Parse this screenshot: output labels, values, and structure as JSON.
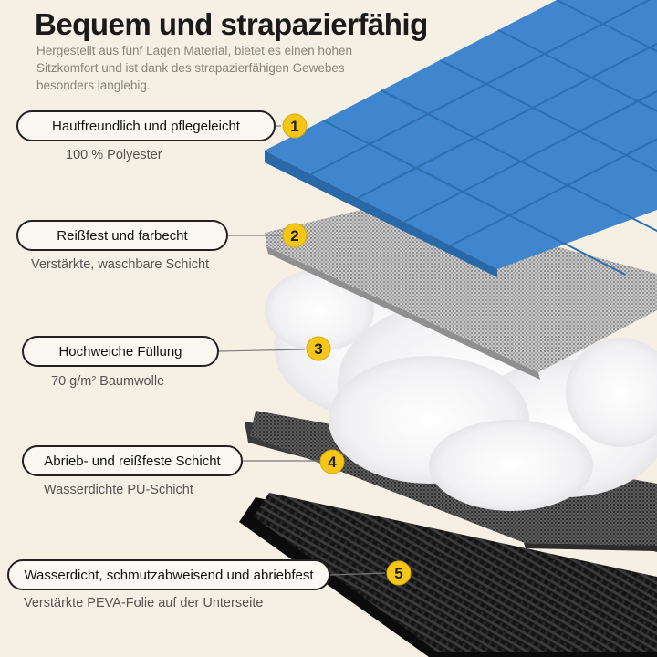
{
  "header": {
    "title": "Bequem und strapazierfähig",
    "description": "Hergestellt aus fünf Lagen Material, bietet es einen hohen Sitzkomfort und ist dank des strapazierfähigen Gewebes besonders langlebig."
  },
  "layers": [
    {
      "number": "1",
      "label": "Hautfreundlich und pflegeleicht",
      "detail": "100 % Polyester"
    },
    {
      "number": "2",
      "label": "Reißfest und farbecht",
      "detail": "Verstärkte, waschbare Schicht"
    },
    {
      "number": "3",
      "label": "Hochweiche Füllung",
      "detail": "70 g/m² Baumwolle"
    },
    {
      "number": "4",
      "label": "Abrieb- und reißfeste Schicht",
      "detail": "Wasserdichte PU-Schicht"
    },
    {
      "number": "5",
      "label": "Wasserdicht, schmutzabweisend und abriebfest",
      "detail": "Verstärkte PEVA-Folie auf der Unterseite"
    }
  ],
  "colors": {
    "background": "#f6efe4",
    "blue_layer": "#3f86cf",
    "badge": "#f5c518"
  }
}
